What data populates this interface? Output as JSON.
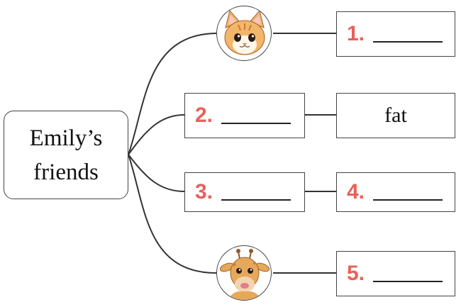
{
  "center": {
    "line1": "Emily’s",
    "line2": "friends"
  },
  "slots": [
    {
      "number": "1.",
      "blank": "______"
    },
    {
      "number": "2.",
      "blank": "______"
    },
    {
      "number": "3.",
      "blank": "______"
    },
    {
      "number": "4.",
      "blank": "______"
    },
    {
      "number": "5.",
      "blank": "______"
    }
  ],
  "words": {
    "fat": "fat"
  },
  "icons": {
    "top": "cat-icon",
    "bottom": "giraffe-icon"
  },
  "colors": {
    "number": "#e8615a",
    "border": "#444444",
    "cat_fur": "#f2b66a",
    "giraffe_fur": "#e6a85a"
  }
}
